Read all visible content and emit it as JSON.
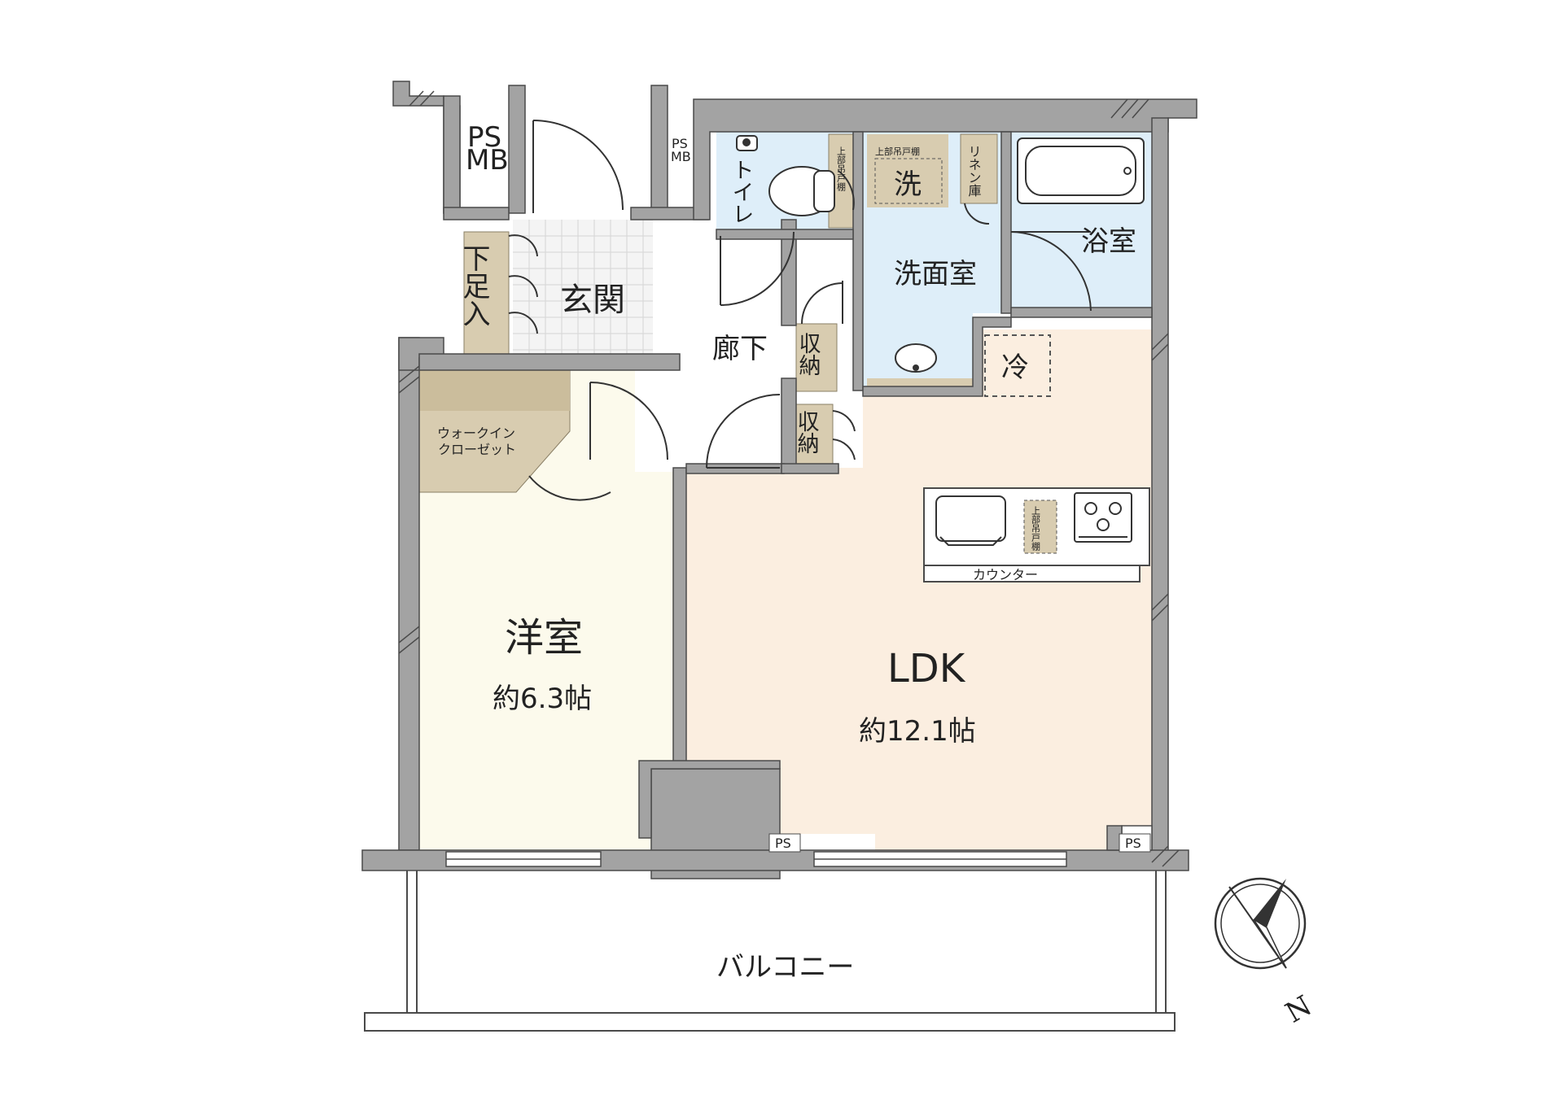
{
  "rooms": {
    "ps_mb_left": {
      "line1": "PS",
      "line2": "MB"
    },
    "ps_mb_right": {
      "line1": "PS",
      "line2": "MB"
    },
    "toilet": "トイレ",
    "toilet_shelf": "上部吊戸棚",
    "washer": "洗",
    "washer_top": "上部吊戸棚",
    "linen": "リネン庫",
    "bathroom": "浴室",
    "washroom": "洗面室",
    "entrance": "玄関",
    "shoe_box": "下足入",
    "hallway": "廊下",
    "storage1": "収納",
    "storage2": "収納",
    "fridge": "冷",
    "walkin_closet": {
      "line1": "ウォークイン",
      "line2": "クローゼット"
    },
    "kitchen_shelf": "上部吊戸棚",
    "counter": "カウンター",
    "western_room": {
      "name": "洋室",
      "area": "約6.3帖"
    },
    "ldk": {
      "name": "LDK",
      "area": "約12.1帖"
    },
    "ps_bottom_left": "PS",
    "ps_bottom_right": "PS",
    "balcony": "バルコニー"
  },
  "compass": {
    "label": "N"
  },
  "colors": {
    "wall": "#a3a3a3",
    "wall_stroke": "#4a4a4a",
    "wet_area": "#deeef9",
    "western_room": "#fcfaec",
    "ldk": "#fbeee0",
    "storage": "#d8ccb0",
    "entrance_tile": "#f4f4f4",
    "floor_white": "#ffffff"
  }
}
